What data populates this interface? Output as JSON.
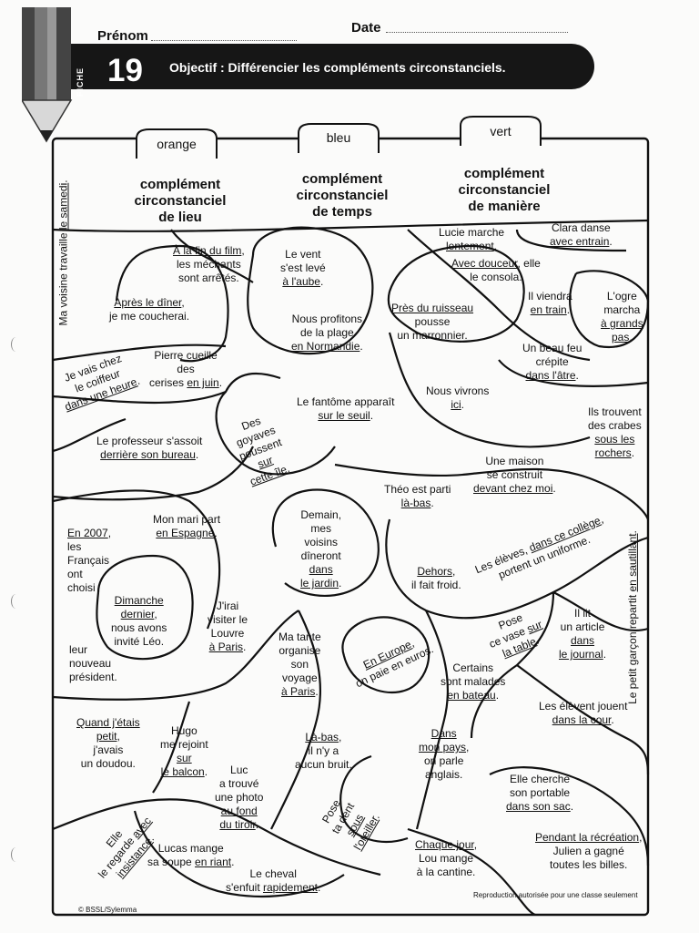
{
  "header": {
    "prenom_label": "Prénom",
    "date_label": "Date"
  },
  "title": {
    "fiche": "FICHE",
    "number": "19",
    "objectif": "Objectif : Différencier les compléments circonstanciels."
  },
  "tabs": {
    "orange": "orange",
    "bleu": "bleu",
    "vert": "vert"
  },
  "columns": {
    "lieu": [
      "complément",
      "circonstanciel",
      "de lieu"
    ],
    "temps": [
      "complément",
      "circonstanciel",
      "de temps"
    ],
    "maniere": [
      "complément",
      "circonstanciel",
      "de manière"
    ]
  },
  "cells": [
    {
      "id": "c1",
      "lines": [
        [
          "Ma voisine travaille ",
          ""
        ],
        [
          "",
          "le samedi"
        ],
        [
          ".",
          ""
        ]
      ]
    },
    {
      "id": "c2",
      "lines": [
        [
          "",
          "À la fin du film"
        ],
        [
          ",",
          ""
        ],
        [
          "les méchants",
          ""
        ],
        [
          "sont arrêtés.",
          ""
        ]
      ]
    },
    {
      "id": "c3",
      "lines": [
        [
          "Le vent",
          ""
        ],
        [
          "s'est levé",
          ""
        ],
        [
          "",
          "à l'aube"
        ],
        [
          ".",
          ""
        ]
      ]
    },
    {
      "id": "c4",
      "lines": [
        [
          "Lucie marche",
          ""
        ],
        [
          "",
          "lentement"
        ],
        [
          ".",
          ""
        ]
      ]
    },
    {
      "id": "c5",
      "lines": [
        [
          "Clara danse",
          ""
        ],
        [
          "",
          "avec entrain"
        ],
        [
          ".",
          ""
        ]
      ]
    },
    {
      "id": "c6",
      "lines": [
        [
          "",
          "Avec douceur"
        ],
        [
          ", elle",
          ""
        ],
        [
          "le consola.",
          ""
        ]
      ]
    },
    {
      "id": "c7",
      "lines": [
        [
          "",
          "Après le dîner"
        ],
        [
          ",",
          ""
        ],
        [
          "je me coucherai.",
          ""
        ]
      ]
    },
    {
      "id": "c8",
      "lines": [
        [
          "Nous profitons",
          ""
        ],
        [
          "de la plage",
          ""
        ],
        [
          "",
          "en Normandie"
        ],
        [
          ".",
          ""
        ]
      ]
    },
    {
      "id": "c9",
      "lines": [
        [
          "",
          "Près du ruisseau"
        ],
        [
          "pousse",
          ""
        ],
        [
          "un marronnier.",
          ""
        ]
      ]
    },
    {
      "id": "c10",
      "lines": [
        [
          "Il viendra",
          ""
        ],
        [
          "",
          "en train"
        ],
        [
          ".",
          ""
        ]
      ]
    },
    {
      "id": "c11",
      "lines": [
        [
          "L'ogre",
          ""
        ],
        [
          "marcha",
          ""
        ],
        [
          "",
          "à grands"
        ],
        [
          "",
          "pas"
        ],
        [
          ".",
          ""
        ]
      ]
    },
    {
      "id": "c12",
      "lines": [
        [
          "Je vais chez",
          ""
        ],
        [
          "le coiffeur",
          ""
        ],
        [
          "",
          "dans une heure"
        ],
        [
          ".",
          ""
        ]
      ]
    },
    {
      "id": "c13",
      "lines": [
        [
          "Pierre cueille",
          ""
        ],
        [
          "des",
          ""
        ],
        [
          "cerises ",
          ""
        ],
        [
          "",
          "en juin"
        ],
        [
          ".",
          ""
        ]
      ]
    },
    {
      "id": "c14",
      "lines": [
        [
          "Un beau feu",
          ""
        ],
        [
          "crépite",
          ""
        ],
        [
          "",
          "dans l'âtre"
        ],
        [
          ".",
          ""
        ]
      ]
    },
    {
      "id": "c15",
      "lines": [
        [
          "Le fantôme apparaît",
          ""
        ],
        [
          "",
          "sur le seuil"
        ],
        [
          ".",
          ""
        ]
      ]
    },
    {
      "id": "c16",
      "lines": [
        [
          "Nous vivrons",
          ""
        ],
        [
          "",
          "ici"
        ],
        [
          ".",
          ""
        ]
      ]
    },
    {
      "id": "c17",
      "lines": [
        [
          "Des",
          ""
        ],
        [
          "goyaves",
          ""
        ],
        [
          "poussent",
          ""
        ],
        [
          "",
          "sur"
        ],
        [
          "",
          "cette île"
        ],
        [
          ".",
          ""
        ]
      ]
    },
    {
      "id": "c18",
      "lines": [
        [
          "Ils trouvent",
          ""
        ],
        [
          "des crabes",
          ""
        ],
        [
          "",
          "sous les"
        ],
        [
          "",
          "rochers"
        ],
        [
          ".",
          ""
        ]
      ]
    },
    {
      "id": "c19",
      "lines": [
        [
          "Le professeur s'assoit",
          ""
        ],
        [
          "",
          "derrière son bureau"
        ],
        [
          ".",
          ""
        ]
      ]
    },
    {
      "id": "c20",
      "lines": [
        [
          "Une maison",
          ""
        ],
        [
          "se construit",
          ""
        ],
        [
          "",
          "devant chez moi"
        ],
        [
          ".",
          ""
        ]
      ]
    },
    {
      "id": "c21",
      "lines": [
        [
          "Théo est parti",
          ""
        ],
        [
          "",
          "là-bas"
        ],
        [
          ".",
          ""
        ]
      ]
    },
    {
      "id": "c22",
      "lines": [
        [
          "Mon mari part",
          ""
        ],
        [
          "",
          "en Espagne"
        ],
        [
          ".",
          ""
        ]
      ]
    },
    {
      "id": "c23",
      "lines": [
        [
          "Demain",
          ""
        ],
        [
          ",",
          ""
        ],
        [
          "mes",
          ""
        ],
        [
          "voisins",
          ""
        ],
        [
          "dîneront",
          ""
        ],
        [
          "",
          "dans"
        ],
        [
          "",
          "le jardin"
        ],
        [
          ".",
          ""
        ]
      ]
    },
    {
      "id": "c24",
      "lines": [
        [
          "",
          "En 2007"
        ],
        [
          ",",
          ""
        ],
        [
          "les",
          ""
        ],
        [
          "Français",
          ""
        ],
        [
          "ont",
          ""
        ],
        [
          "choisi",
          ""
        ]
      ]
    },
    {
      "id": "c25",
      "lines": [
        [
          "Les élèves, ",
          ""
        ],
        [
          "",
          "dans ce collège"
        ],
        [
          ",",
          ""
        ],
        [
          "portent un uniforme.",
          ""
        ]
      ]
    },
    {
      "id": "c26",
      "lines": [
        [
          "",
          "Dehors"
        ],
        [
          ",",
          ""
        ],
        [
          "il fait froid.",
          ""
        ]
      ]
    },
    {
      "id": "c27",
      "lines": [
        [
          "",
          "Dimanche"
        ],
        [
          "",
          "dernier"
        ],
        [
          ",",
          ""
        ],
        [
          "nous avons",
          ""
        ],
        [
          "invité Léo.",
          ""
        ]
      ]
    },
    {
      "id": "c28",
      "lines": [
        [
          "J'irai",
          ""
        ],
        [
          "visiter le",
          ""
        ],
        [
          "Louvre",
          ""
        ],
        [
          "",
          "à Paris"
        ],
        [
          ".",
          ""
        ]
      ]
    },
    {
      "id": "c29",
      "lines": [
        [
          "Le petit garçon repartit ",
          ""
        ],
        [
          "",
          "en sautillant"
        ],
        [
          ".",
          ""
        ]
      ]
    },
    {
      "id": "c30",
      "lines": [
        [
          "Pose",
          ""
        ],
        [
          "ce vase ",
          ""
        ],
        [
          "",
          "sur"
        ],
        [
          "",
          "la table"
        ],
        [
          ".",
          ""
        ]
      ]
    },
    {
      "id": "c31",
      "lines": [
        [
          "Il lit",
          ""
        ],
        [
          "un article",
          ""
        ],
        [
          "",
          "dans"
        ],
        [
          "",
          "le journal"
        ],
        [
          ".",
          ""
        ]
      ]
    },
    {
      "id": "c32",
      "lines": [
        [
          "leur",
          ""
        ],
        [
          "nouveau",
          ""
        ],
        [
          "président.",
          ""
        ]
      ]
    },
    {
      "id": "c33",
      "lines": [
        [
          "Ma tante",
          ""
        ],
        [
          "organise",
          ""
        ],
        [
          "son",
          ""
        ],
        [
          "voyage",
          ""
        ],
        [
          "",
          "à Paris"
        ],
        [
          ".",
          ""
        ]
      ]
    },
    {
      "id": "c34",
      "lines": [
        [
          "",
          "En Europe"
        ],
        [
          ",",
          ""
        ],
        [
          "on paie en euros.",
          ""
        ]
      ]
    },
    {
      "id": "c35",
      "lines": [
        [
          "Certains",
          ""
        ],
        [
          "sont malades",
          ""
        ],
        [
          "",
          "en bateau"
        ],
        [
          ".",
          ""
        ]
      ]
    },
    {
      "id": "c36",
      "lines": [
        [
          "Les élèvent jouent",
          ""
        ],
        [
          "",
          "dans la cour"
        ],
        [
          ".",
          ""
        ]
      ]
    },
    {
      "id": "c37",
      "lines": [
        [
          "",
          "Quand j'étais"
        ],
        [
          "",
          "petit"
        ],
        [
          ",",
          ""
        ],
        [
          "j'avais",
          ""
        ],
        [
          "un doudou.",
          ""
        ]
      ]
    },
    {
      "id": "c38",
      "lines": [
        [
          "Hugo",
          ""
        ],
        [
          "me rejoint",
          ""
        ],
        [
          "",
          "sur"
        ],
        [
          "",
          "le balcon"
        ],
        [
          ".",
          ""
        ]
      ]
    },
    {
      "id": "c39",
      "lines": [
        [
          "",
          "Là-bas"
        ],
        [
          ",",
          ""
        ],
        [
          "il n'y a",
          ""
        ],
        [
          "aucun bruit.",
          ""
        ]
      ]
    },
    {
      "id": "c40",
      "lines": [
        [
          "",
          "Dans"
        ],
        [
          "",
          "mon pays"
        ],
        [
          ",",
          ""
        ],
        [
          "on parle",
          ""
        ],
        [
          "anglais.",
          ""
        ]
      ]
    },
    {
      "id": "c41",
      "lines": [
        [
          "Luc",
          ""
        ],
        [
          "a trouvé",
          ""
        ],
        [
          "une photo",
          ""
        ],
        [
          "",
          "au fond"
        ],
        [
          "",
          "du tiroir"
        ],
        [
          ".",
          ""
        ]
      ]
    },
    {
      "id": "c42",
      "lines": [
        [
          "Elle cherche",
          ""
        ],
        [
          "son portable",
          ""
        ],
        [
          "",
          "dans son sac"
        ],
        [
          ".",
          ""
        ]
      ]
    },
    {
      "id": "c43",
      "lines": [
        [
          "Pose",
          ""
        ],
        [
          "ta dent",
          ""
        ],
        [
          "",
          "sous"
        ],
        [
          "",
          "l'oreiller"
        ],
        [
          ".",
          ""
        ]
      ]
    },
    {
      "id": "c44",
      "lines": [
        [
          "Elle",
          ""
        ],
        [
          "le regarde ",
          ""
        ],
        [
          "",
          "avec"
        ],
        [
          "",
          "insistance"
        ],
        [
          ".",
          ""
        ]
      ]
    },
    {
      "id": "c45",
      "lines": [
        [
          "Lucas mange",
          ""
        ],
        [
          "sa soupe ",
          ""
        ],
        [
          "",
          "en riant"
        ],
        [
          ".",
          ""
        ]
      ]
    },
    {
      "id": "c46",
      "lines": [
        [
          "",
          "Chaque jour"
        ],
        [
          ",",
          ""
        ],
        [
          "Lou mange",
          ""
        ],
        [
          "à la cantine.",
          ""
        ]
      ]
    },
    {
      "id": "c47",
      "lines": [
        [
          "",
          "Pendant la récréation"
        ],
        [
          ",",
          ""
        ],
        [
          "Julien a gagné",
          ""
        ],
        [
          "toutes les billes.",
          ""
        ]
      ]
    },
    {
      "id": "c48",
      "lines": [
        [
          "Le cheval",
          ""
        ],
        [
          "s'enfuit ",
          ""
        ],
        [
          "",
          "rapidement"
        ],
        [
          ".",
          ""
        ]
      ]
    }
  ],
  "footer": {
    "left": "© BSSL/Sylemma",
    "right": "Reproduction autorisée pour une classe seulement"
  }
}
